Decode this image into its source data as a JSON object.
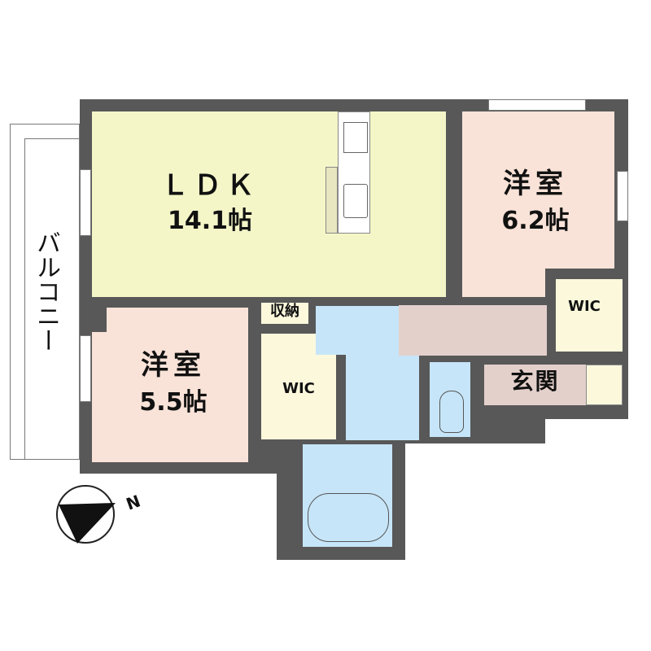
{
  "colors": {
    "wall": "#585858",
    "ldk": "#f4f6c8",
    "western_room": "#f9e3d8",
    "wet_area": "#c6e5f8",
    "hall": "#e4d0cb",
    "storage": "#fbf8dc"
  },
  "rooms": {
    "ldk": {
      "name": "ＬＤＫ",
      "size": "14.1帖"
    },
    "western_room_1": {
      "name": "洋室",
      "size": "6.2帖"
    },
    "western_room_2": {
      "name": "洋室",
      "size": "5.5帖"
    },
    "wic_left": {
      "name": "WIC"
    },
    "wic_right": {
      "name": "WIC"
    },
    "storage": {
      "name": "収納"
    },
    "entrance": {
      "name": "玄関"
    },
    "balcony": {
      "name": "バルコニー"
    }
  },
  "compass": {
    "label": "N",
    "icon": "north-arrow-icon"
  }
}
